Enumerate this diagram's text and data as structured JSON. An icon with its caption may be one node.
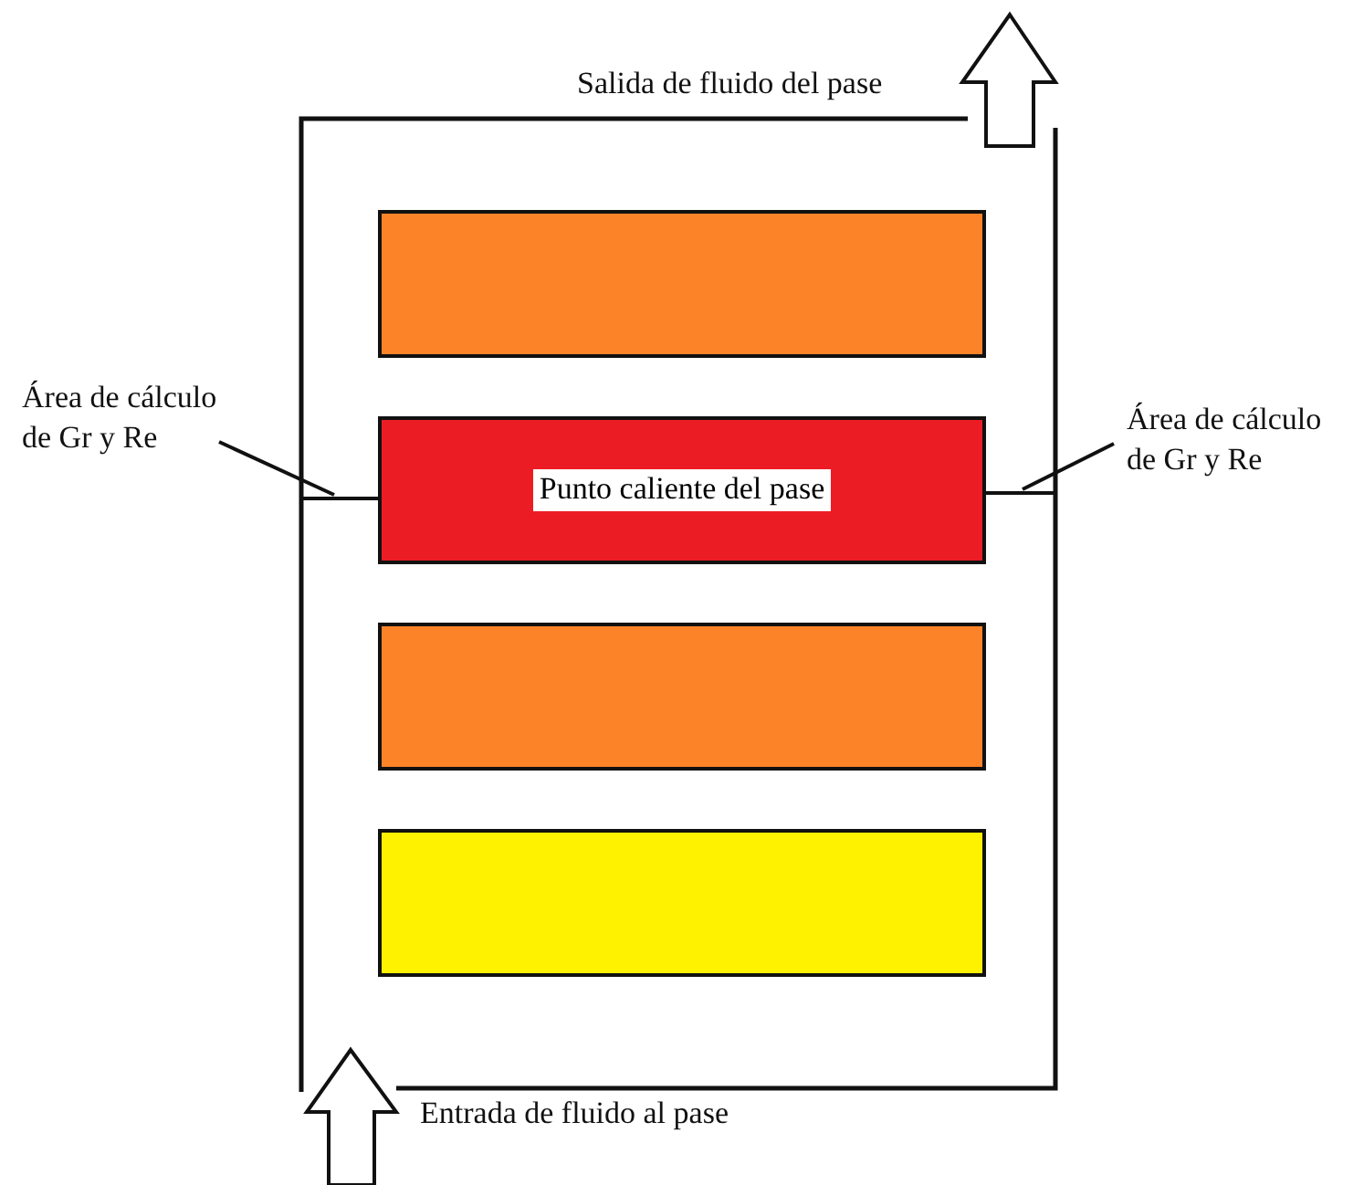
{
  "diagram": {
    "nodes": [
      {
        "text": [
          "Área de cálculo de Gr y Re"
        ]
      },
      {
        "text": [
          "Área de cálculo de Gr y Re"
        ]
      },
      {
        "text": [],
        "shape": "box"
      },
      {
        "text": [
          "Punto caliente del pase"
        ]
      },
      {
        "text": [],
        "shape": "box"
      },
      {
        "text": [],
        "shape": "box"
      }
    ],
    "edges": [
      {
        "from": 0,
        "to": null,
        "arrow": "none"
      },
      {
        "from": 1,
        "to": null,
        "arrow": "none"
      }
    ],
    "labels": [
      "Salida de fluido del pase",
      "Entrada de fluido al pase"
    ]
  }
}
